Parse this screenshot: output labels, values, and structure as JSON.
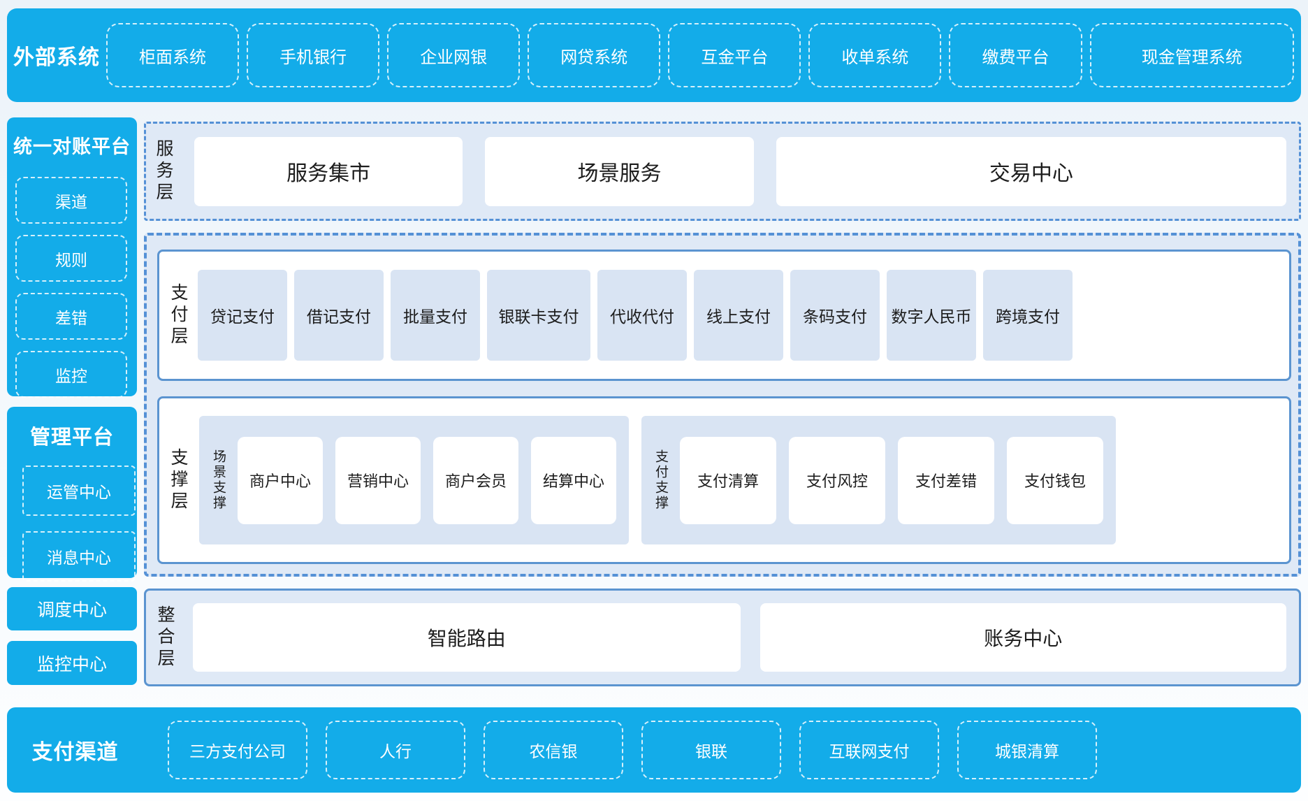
{
  "colors": {
    "accent_blue": "#13ACE9",
    "panel_fill": "#DFE9F6",
    "item_fill": "#D9E4F3",
    "solid_border_blue": "#5B94D0",
    "dashed_border_blue": "#5591D6",
    "white_dash": "rgba(255,255,255,0.82)",
    "dark_text": "#1c1c1c"
  },
  "top_bar": {
    "title": "外部系统",
    "items": [
      "柜面系统",
      "手机银行",
      "企业网银",
      "网贷系统",
      "互金平台",
      "收单系统",
      "缴费平台",
      "现金管理系统"
    ]
  },
  "sidebar": {
    "recon": {
      "title": "统一对账平台",
      "items": [
        "渠道",
        "规则",
        "差错",
        "监控"
      ]
    },
    "mgmt": {
      "title": "管理平台",
      "items": [
        "运管中心",
        "消息中心"
      ]
    },
    "scheduling_center": "调度中心",
    "monitoring_center": "监控中心"
  },
  "service_layer": {
    "label": "服务层",
    "items": [
      "服务集市",
      "场景服务",
      "交易中心"
    ]
  },
  "payment_layer": {
    "label": "支付层",
    "items": [
      "贷记支付",
      "借记支付",
      "批量支付",
      "银联卡支付",
      "代收代付",
      "线上支付",
      "条码支付",
      "数字人民币",
      "跨境支付"
    ]
  },
  "support_layer": {
    "label": "支撑层",
    "groups": [
      {
        "label": "场景支撑",
        "items": [
          "商户中心",
          "营销中心",
          "商户会员",
          "结算中心"
        ]
      },
      {
        "label": "支付支撑",
        "items": [
          "支付清算",
          "支付风控",
          "支付差错",
          "支付钱包"
        ]
      }
    ]
  },
  "integration_layer": {
    "label": "整合层",
    "items": [
      "智能路由",
      "账务中心"
    ]
  },
  "bottom_bar": {
    "title": "支付渠道",
    "items": [
      "三方支付公司",
      "人行",
      "农信银",
      "银联",
      "互联网支付",
      "城银清算"
    ]
  }
}
